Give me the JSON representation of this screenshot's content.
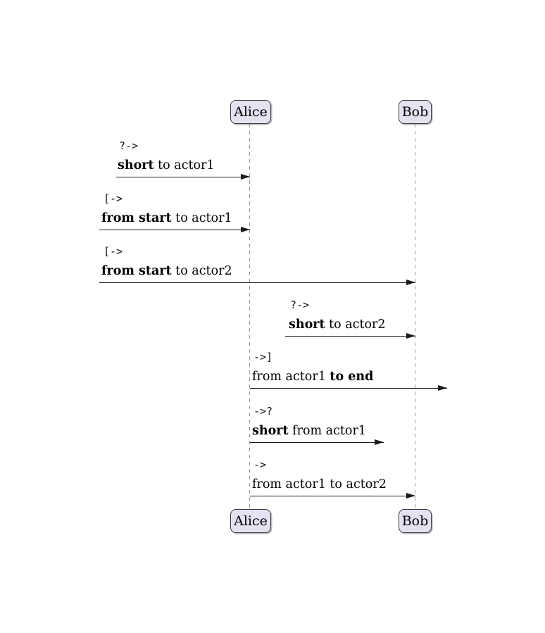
{
  "diagram": {
    "type": "sequence-diagram",
    "colors": {
      "background": "#ffffff",
      "actor_box_fill": "#e2e2f0",
      "actor_box_border": "#3b3b3b",
      "lifeline": "#999999",
      "arrow": "#1a1a1a"
    },
    "actors": [
      {
        "name": "Alice"
      },
      {
        "name": "Bob"
      }
    ],
    "messages": [
      {
        "op": "?->",
        "parts": [
          {
            "text": "short",
            "cls": "b"
          },
          {
            "text": " to actor1",
            "cls": "n"
          }
        ]
      },
      {
        "op": "[->",
        "parts": [
          {
            "text": "from start",
            "cls": "b"
          },
          {
            "text": " to actor1",
            "cls": "n"
          }
        ]
      },
      {
        "op": "[->",
        "parts": [
          {
            "text": "from start",
            "cls": "b"
          },
          {
            "text": " to actor2",
            "cls": "n"
          }
        ]
      },
      {
        "op": "?->",
        "parts": [
          {
            "text": "short",
            "cls": "b"
          },
          {
            "text": " to actor2",
            "cls": "n"
          }
        ]
      },
      {
        "op": "->]",
        "parts": [
          {
            "text": "from actor1 ",
            "cls": "n"
          },
          {
            "text": "to end",
            "cls": "b"
          }
        ]
      },
      {
        "op": "->?",
        "parts": [
          {
            "text": "short",
            "cls": "b"
          },
          {
            "text": " from actor1",
            "cls": "n"
          }
        ]
      },
      {
        "op": "->",
        "parts": [
          {
            "text": "from actor1 to actor2",
            "cls": "n"
          },
          {
            "text": "",
            "cls": "n"
          }
        ]
      }
    ]
  }
}
